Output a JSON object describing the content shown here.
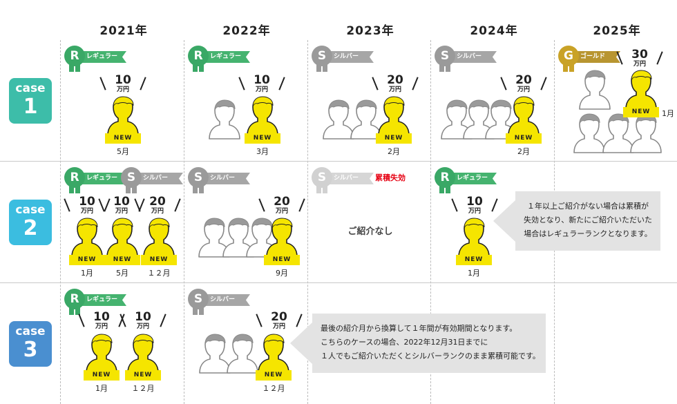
{
  "years": [
    "2021年",
    "2022年",
    "2023年",
    "2024年",
    "2025年"
  ],
  "cases": [
    {
      "word": "case",
      "num": "1",
      "color": "#3dbda9"
    },
    {
      "word": "case",
      "num": "2",
      "color": "#3bbde0"
    },
    {
      "word": "case",
      "num": "3",
      "color": "#4a8fd0"
    }
  ],
  "ranks": {
    "regular": {
      "letter": "R",
      "label": "レギュラー",
      "color": "#3aa866",
      "ribbon": "#45b36f"
    },
    "silver": {
      "letter": "S",
      "label": "シルバー",
      "color": "#9a9a9a",
      "ribbon": "#a6a6a6"
    },
    "gold": {
      "letter": "G",
      "label": "ゴールド",
      "color": "#c9a227",
      "ribbon": "#b89530"
    }
  },
  "new_label": "NEW",
  "unit": "万円",
  "amounts": {
    "a10": "10",
    "a20": "20",
    "a30": "30"
  },
  "months": {
    "m1": "1月",
    "m2": "2月",
    "m3": "3月",
    "m5": "5月",
    "m9": "9月",
    "m12": "１２月"
  },
  "expired_label": "累積失効",
  "no_referral": "ご紹介なし",
  "callouts": {
    "case2": [
      "１年以上ご紹介がない場合は累積が",
      "失効となり、新たにご紹介いただいた",
      "場合はレギュラーランクとなります。"
    ],
    "case3": [
      "最後の紹介月から換算して１年間が有効期間となります。",
      "こちらのケースの場合、2022年12月31日までに",
      "１人でもご紹介いただくとシルバーランクのまま累積可能です。"
    ]
  },
  "colors": {
    "new_person": "#f5e500",
    "old_person": "#999999",
    "expired": "#e60012"
  }
}
